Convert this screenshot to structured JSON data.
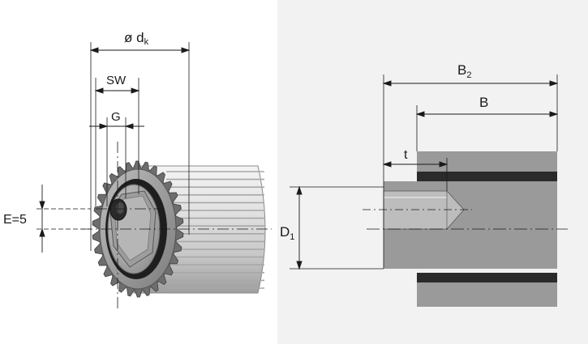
{
  "figure_left": {
    "labels": {
      "dk": "ø d",
      "dk_sub": "k",
      "sw": "SW",
      "g": "G",
      "e": "E=5"
    }
  },
  "figure_right": {
    "labels": {
      "b2": "B",
      "b2_sub": "2",
      "b": "B",
      "t": "t",
      "d1": "D",
      "d1_sub": "1"
    }
  },
  "colors": {
    "background_left": "#ffffff",
    "background_right": "#f2f2f2",
    "body_grey": "#9a9a9a",
    "dark_band": "#2b2b2b",
    "line": "#1a1a1a"
  }
}
